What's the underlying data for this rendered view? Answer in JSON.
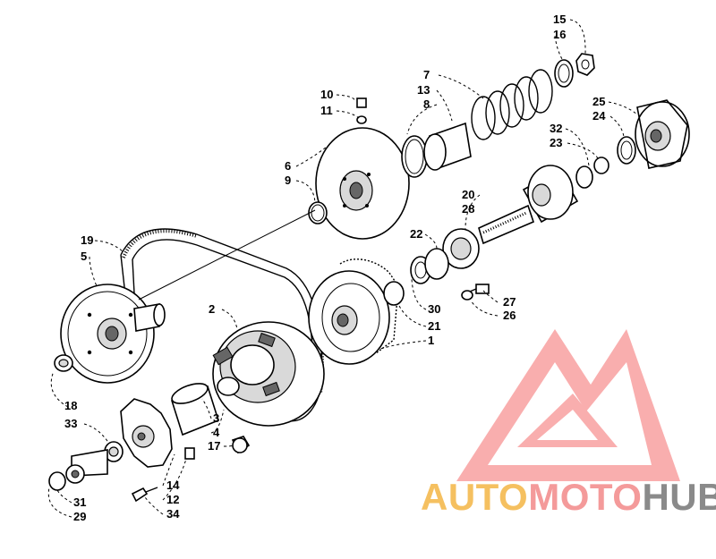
{
  "diagram": {
    "labels": {
      "p15": "15",
      "p16": "16",
      "p7": "7",
      "p13": "13",
      "p8": "8",
      "p10": "10",
      "p11": "11",
      "p6": "6",
      "p9": "9",
      "p25": "25",
      "p24": "24",
      "p32": "32",
      "p23": "23",
      "p20": "20",
      "p28": "28",
      "p22": "22",
      "p19": "19",
      "p5": "5",
      "p2": "2",
      "p27": "27",
      "p26": "26",
      "p30": "30",
      "p21": "21",
      "p1": "1",
      "p3": "3",
      "p4": "4",
      "p17": "17",
      "p18": "18",
      "p33": "33",
      "p14": "14",
      "p12": "12",
      "p34": "34",
      "p31": "31",
      "p29": "29"
    }
  },
  "watermark": {
    "part1": "AUTO",
    "part2": "MOTO",
    "part3": "HUB",
    "color1": "#f5c060",
    "color2": "#f49a9a",
    "color3": "#8a8a8a",
    "logo_color": "#f47878"
  }
}
